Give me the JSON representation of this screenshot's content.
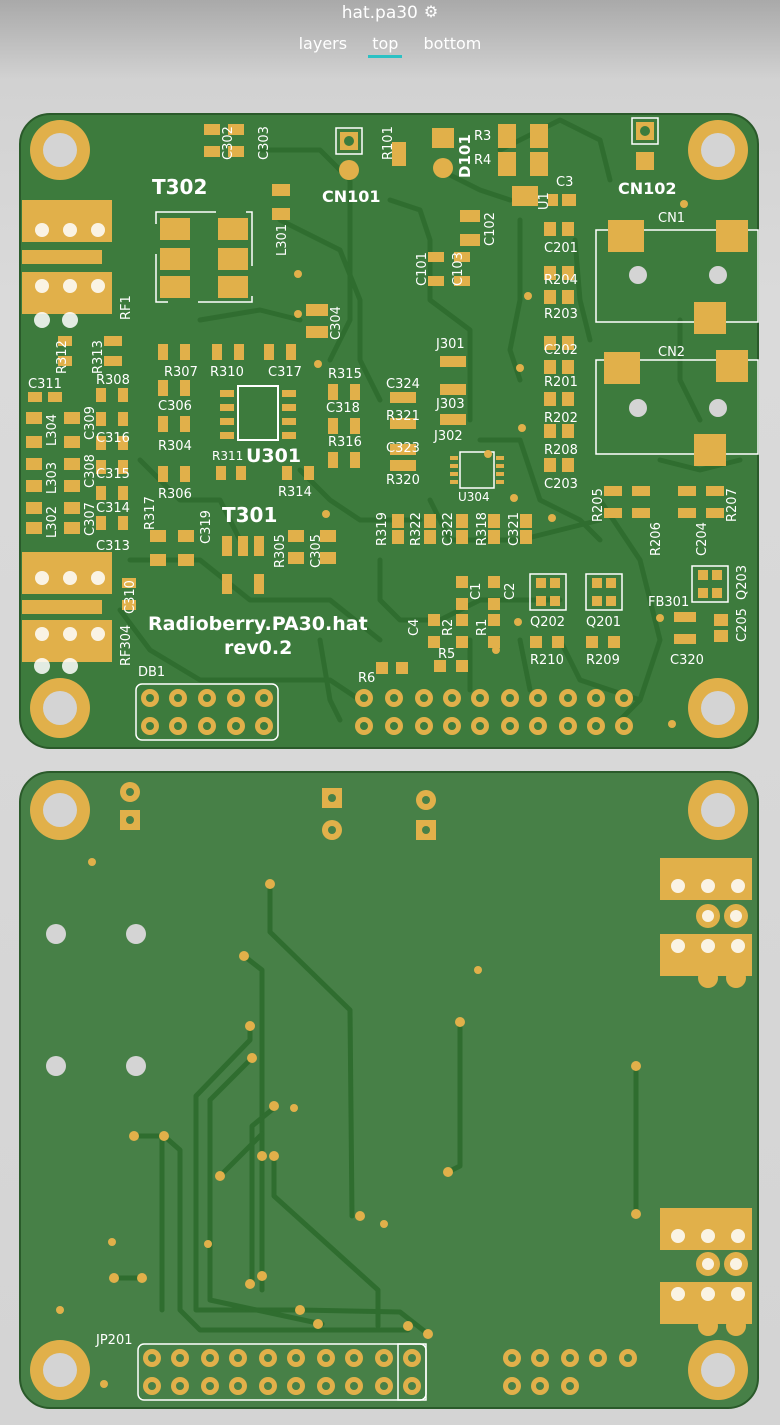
{
  "app": {
    "title": "hat.pa30",
    "settings_icon": "gear-icon"
  },
  "tabs": [
    {
      "label": "layers",
      "active": false
    },
    {
      "label": "top",
      "active": true
    },
    {
      "label": "bottom",
      "active": false
    }
  ],
  "colors": {
    "board": "#3d7b3d",
    "trace": "#2f6d2f",
    "pad": "#e1b04a",
    "silk": "#ffffff",
    "accent": "#2bc1c4"
  },
  "board_text": {
    "name": "Radioberry.PA30.hat",
    "rev": "rev0.2"
  },
  "refdes": {
    "T302": "T302",
    "T301": "T301",
    "U301": "U301",
    "U304": "U304",
    "CN101": "CN101",
    "CN102": "CN102",
    "CN1": "CN1",
    "CN2": "CN2",
    "D101": "D101",
    "R101": "R101",
    "R3": "R3",
    "R4": "R4",
    "U1": "U1",
    "C3": "C3",
    "C302": "C302",
    "C303": "C303",
    "L301": "L301",
    "C304": "C304",
    "C102": "C102",
    "C101": "C101",
    "C103": "C103",
    "C201": "C201",
    "R204": "R204",
    "R203": "R203",
    "C202": "C202",
    "R201": "R201",
    "R202": "R202",
    "R208": "R208",
    "C203": "C203",
    "RF1": "RF1",
    "R312": "R312",
    "R313": "R313",
    "C311": "C311",
    "R308": "R308",
    "R307": "R307",
    "R310": "R310",
    "C317": "C317",
    "R315": "R315",
    "C318": "C318",
    "R316": "R316",
    "J301": "J301",
    "J303": "J303",
    "J302": "J302",
    "C324": "C324",
    "R321": "R321",
    "C323": "C323",
    "R320": "R320",
    "C306": "C306",
    "R304": "R304",
    "R311": "R311",
    "R314": "R314",
    "R306": "R306",
    "L304": "L304",
    "L303": "L303",
    "L302": "L302",
    "C309": "C309",
    "C316": "C316",
    "C308": "C308",
    "C315": "C315",
    "C307": "C307",
    "C314": "C314",
    "C313": "C313",
    "R317": "R317",
    "C319": "C319",
    "R305": "R305",
    "C305": "C305",
    "R319": "R319",
    "R322": "R322",
    "C322": "C322",
    "R318": "R318",
    "C321": "C321",
    "R205": "R205",
    "R206": "R206",
    "C204": "C204",
    "R207": "R207",
    "C310": "C310",
    "RF304": "RF304",
    "C1": "C1",
    "C2": "C2",
    "C4": "C4",
    "R2": "R2",
    "R1": "R1",
    "Q202": "Q202",
    "Q201": "Q201",
    "R210": "R210",
    "R209": "R209",
    "FB301": "FB301",
    "Q203": "Q203",
    "C205": "C205",
    "C320": "C320",
    "R6": "R6",
    "R5": "R5",
    "DB1": "DB1",
    "JP201": "JP201"
  }
}
